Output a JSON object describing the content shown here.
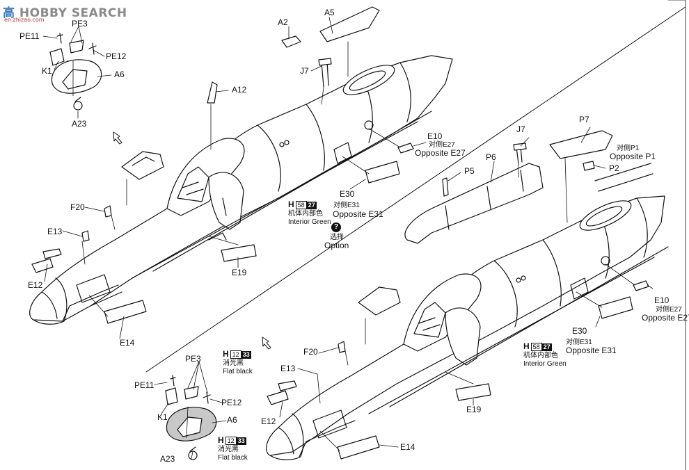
{
  "watermark": {
    "zh": "高",
    "brand": "HOBBY SEARCH",
    "url": "en.zhizao.com"
  },
  "labels": {
    "pe11_a": "PE11",
    "pe3_a": "PE3",
    "pe12_a": "PE12",
    "k1_a": "K1",
    "a6_a": "A6",
    "a23_a": "A23",
    "a2": "A2",
    "a5": "A5",
    "j7_a": "J7",
    "a12": "A12",
    "e10_a": "E10",
    "e30_a": "E30",
    "f20_a": "F20",
    "e13_a": "E13",
    "e12_a": "E12",
    "e19_a": "E19",
    "e14_a": "E14",
    "j7_b": "J7",
    "p7": "P7",
    "p6": "P6",
    "p5": "P5",
    "p2": "P2",
    "e10_b": "E10",
    "e30_b": "E30",
    "f20_b": "F20",
    "e13_b": "E13",
    "e12_b": "E12",
    "e19_b": "E19",
    "e14_b": "E14",
    "pe3_b": "PE3",
    "pe11_b": "PE11",
    "pe12_b": "PE12",
    "k1_b": "K1",
    "a6_b": "A6",
    "a23_b": "A23"
  },
  "notes": {
    "opp_e27_zh": "对侧E27",
    "opp_e27_en": "Opposite E27",
    "opp_e31_zh": "对侧E31",
    "opp_e31_en": "Opposite E31",
    "opp_p1_zh": "对侧P1",
    "opp_p1_en": "Opposite P1",
    "option_zh": "选择",
    "option_en": "Option"
  },
  "paint_codes": {
    "interior_green": {
      "letter": "H",
      "num": "58",
      "code": "27",
      "zh": "机体内部色",
      "en": "Interior Green"
    },
    "flat_black": {
      "letter": "H",
      "num": "12",
      "code": "33",
      "zh": "消光黑",
      "en": "Flat black"
    }
  },
  "colors": {
    "line": "#111111",
    "gray": "#c8c8c8",
    "option_bg": "#111111"
  }
}
